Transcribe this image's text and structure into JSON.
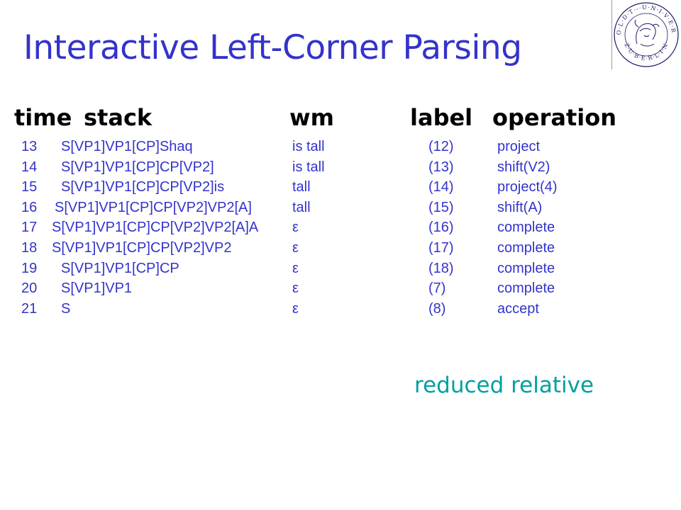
{
  "slide": {
    "title": "Interactive Left-Corner Parsing",
    "logo_text": "HUMBOLDT-UNIVERSITÄT ZU BERLIN",
    "headers": {
      "time": "time",
      "stack": "stack",
      "wm": "wm",
      "label": "label",
      "operation": "operation"
    },
    "rows": [
      {
        "time": "13",
        "stack": "S[VP1]VP1[CP]Shaq",
        "wm": "is tall",
        "label": "(12)",
        "operation": "project"
      },
      {
        "time": "14",
        "stack": "S[VP1]VP1[CP]CP[VP2]",
        "wm": "is tall",
        "label": "(13)",
        "operation": "shift(V2)"
      },
      {
        "time": "15",
        "stack": "S[VP1]VP1[CP]CP[VP2]is",
        "wm": "tall",
        "label": "(14)",
        "operation": "project(4)"
      },
      {
        "time": "16",
        "stack": "S[VP1]VP1[CP]CP[VP2]VP2[A]",
        "wm": "tall",
        "label": "(15)",
        "operation": "shift(A)"
      },
      {
        "time": "17",
        "stack": "S[VP1]VP1[CP]CP[VP2]VP2[A]A",
        "wm": "ε",
        "label": "(16)",
        "operation": "complete"
      },
      {
        "time": "18",
        "stack": "S[VP1]VP1[CP]CP[VP2]VP2",
        "wm": "ε",
        "label": "(17)",
        "operation": "complete"
      },
      {
        "time": "19",
        "stack": "S[VP1]VP1[CP]CP",
        "wm": "ε",
        "label": "(18)",
        "operation": "complete"
      },
      {
        "time": "20",
        "stack": "S[VP1]VP1",
        "wm": "ε",
        "label": "(7)",
        "operation": "complete"
      },
      {
        "time": "21",
        "stack": "S",
        "wm": "ε",
        "label": "(8)",
        "operation": "accept"
      }
    ],
    "note": "reduced relative",
    "colors": {
      "title": "#3333cc",
      "table_text": "#3333cc",
      "note": "#00a0a0",
      "header": "#000000"
    }
  }
}
